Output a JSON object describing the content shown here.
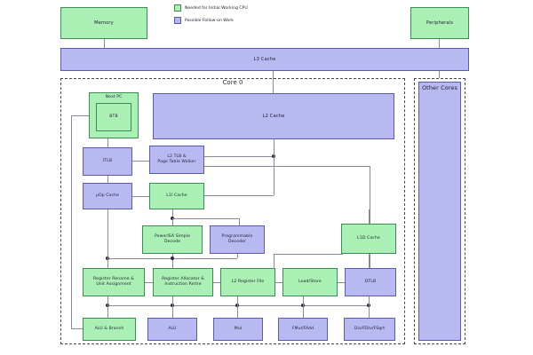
{
  "legend": {
    "items": [
      {
        "label": "Needed for Initial Working CPU",
        "color": "#aaf0b4",
        "key": "initial"
      },
      {
        "label": "Possible Follow-on Work",
        "color": "#b9b9f2",
        "key": "followon"
      }
    ]
  },
  "regions": {
    "core": {
      "label": "Core 0"
    },
    "other_cores": {
      "label": "Other Cores"
    }
  },
  "blocks": {
    "memory": {
      "label": "Memory",
      "color": "#aaf0b4"
    },
    "peripherals": {
      "label": "Peripherals",
      "color": "#aaf0b4"
    },
    "l3_cache": {
      "label": "L3 Cache",
      "color": "#b9b9f2"
    },
    "l2_cache": {
      "label": "L2 Cache",
      "color": "#b9b9f2"
    },
    "next_pc": {
      "label": "Next PC",
      "color": "#aaf0b4"
    },
    "btb": {
      "label": "BTB",
      "color": "#aaf0b4"
    },
    "itlb": {
      "label": "ITLB",
      "color": "#b9b9f2"
    },
    "l2_tlb": {
      "label": "L2 TLB &\nPage Table Walker",
      "color": "#b9b9f2"
    },
    "uop_cache": {
      "label": "µOp Cache",
      "color": "#b9b9f2"
    },
    "l1i_cache": {
      "label": "L1I Cache",
      "color": "#aaf0b4"
    },
    "simple_decode": {
      "label": "PowerISA Simple\nDecode",
      "color": "#aaf0b4"
    },
    "prog_decoder": {
      "label": "Programmable\nDecoder",
      "color": "#b9b9f2"
    },
    "l1d_cache": {
      "label": "L1D Cache",
      "color": "#aaf0b4"
    },
    "reg_rename": {
      "label": "Register Rename &\nUnit Assignment",
      "color": "#aaf0b4"
    },
    "reg_alloc": {
      "label": "Register Allocator &\nInstruction Retire",
      "color": "#aaf0b4"
    },
    "l2_reg_file": {
      "label": "L2 Register File",
      "color": "#aaf0b4"
    },
    "load_store": {
      "label": "Load/Store",
      "color": "#aaf0b4"
    },
    "dtlb": {
      "label": "DTLB",
      "color": "#b9b9f2"
    },
    "alu_branch": {
      "label": "ALU & Branch",
      "color": "#aaf0b4"
    },
    "alu": {
      "label": "ALU",
      "color": "#b9b9f2"
    },
    "mul": {
      "label": "Mul",
      "color": "#b9b9f2"
    },
    "fmul_fadd": {
      "label": "FMul/FAdd",
      "color": "#b9b9f2"
    },
    "div_fdiv_fsqrt": {
      "label": "Div/FDiv/FSqrt",
      "color": "#b9b9f2"
    }
  }
}
